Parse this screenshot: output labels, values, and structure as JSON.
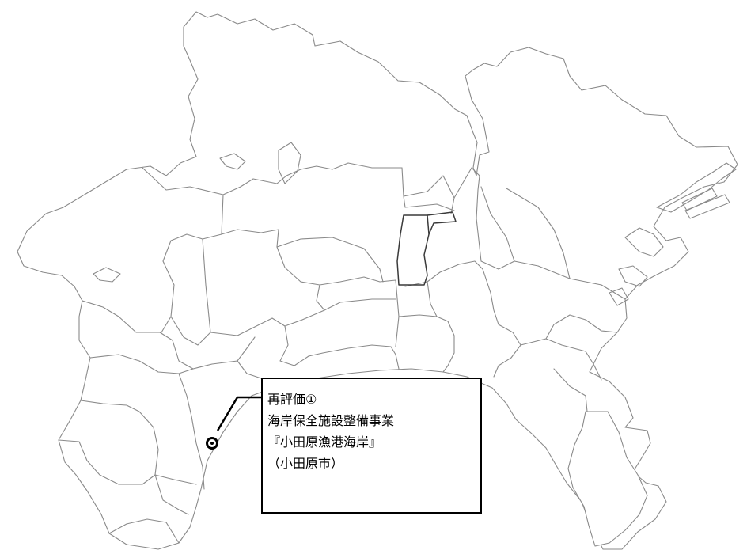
{
  "callout": {
    "line1": "再評価①",
    "line2": "海岸保全施設整備事業",
    "line3": "『小田原漁港海岸』",
    "line4": "（小田原市）"
  },
  "marker": {
    "icon": "location-target-icon",
    "color": "#000000"
  },
  "map": {
    "line_color": "#8a8a8a",
    "highlight_line_color": "#3a3a3a",
    "background": "#ffffff"
  }
}
